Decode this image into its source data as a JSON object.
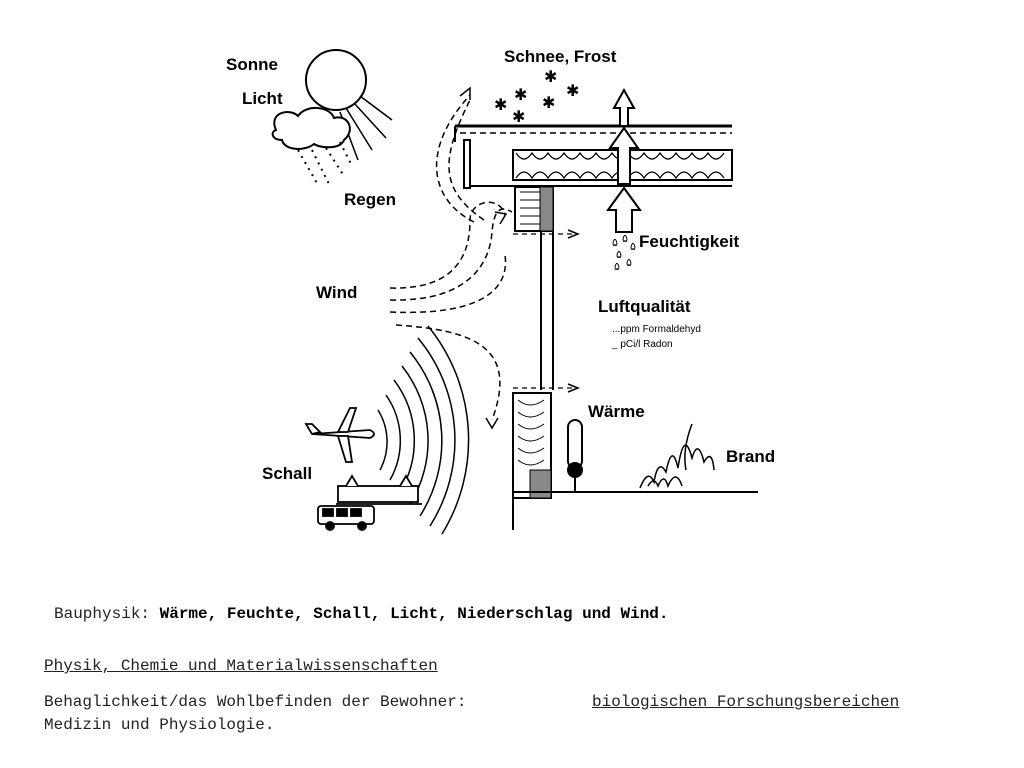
{
  "diagram": {
    "labels": {
      "sonne": "Sonne",
      "licht": "Licht",
      "regen": "Regen",
      "schnee": "Schnee, Frost",
      "feuchtigkeit": "Feuchtigkeit",
      "wind": "Wind",
      "luftqualitaet": "Luftqualität",
      "formaldehyd": "...ppm Formaldehyd",
      "radon": "_ pCi/l Radon",
      "waerme": "Wärme",
      "schall": "Schall",
      "brand": "Brand"
    }
  },
  "caption": {
    "prefix": "Bauphysik:",
    "bold": "Wärme, Feuchte, Schall, Licht, Niederschlag und Wind."
  },
  "line2": "Physik, Chemie und Materialwissenschaften",
  "line3": {
    "text": "Behaglichkeit/das Wohlbefinden der Bewohner:",
    "link": "biologischen Forschungsbereichen",
    "cont": "Medizin und Physiologie."
  }
}
